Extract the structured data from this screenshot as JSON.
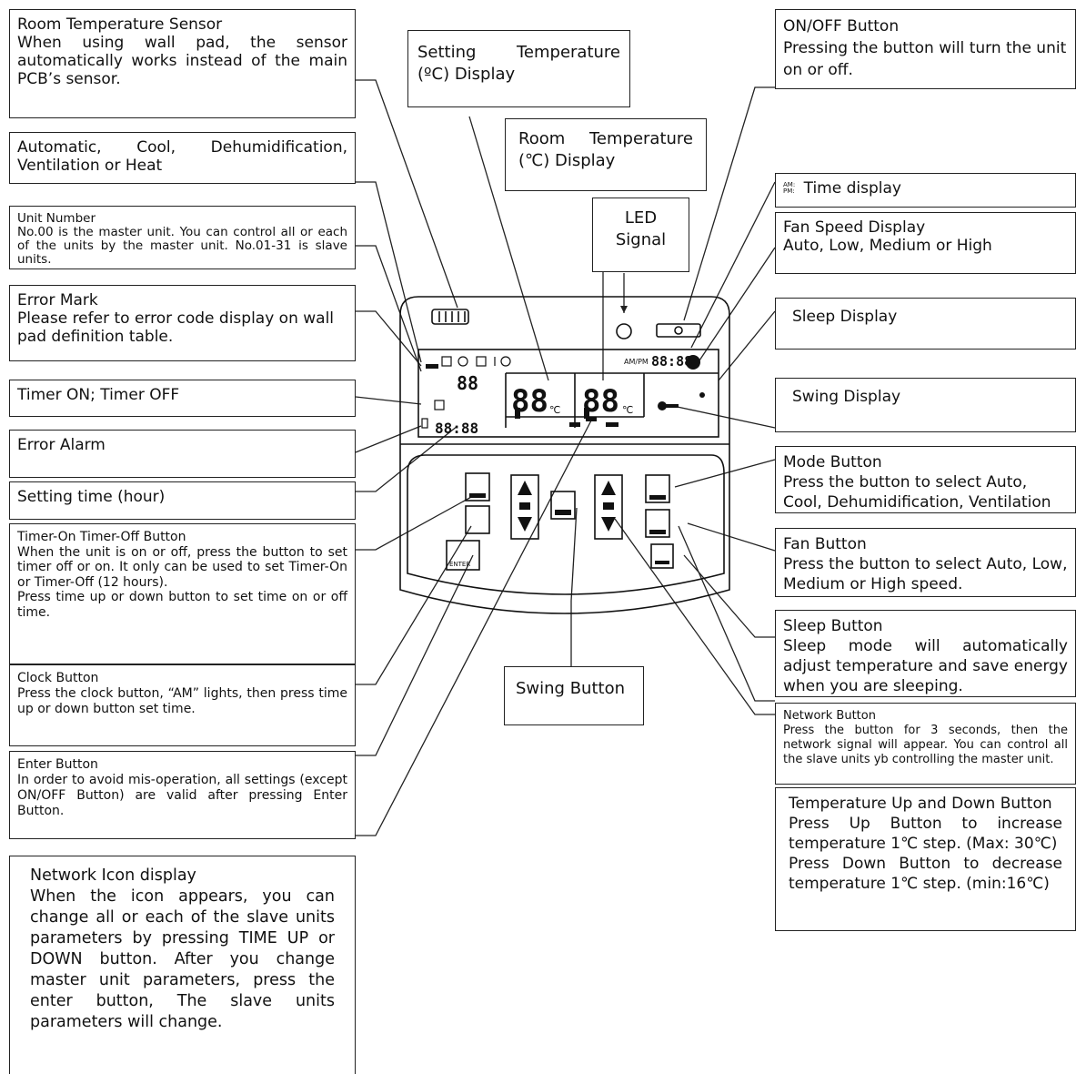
{
  "callouts": {
    "room_temp_sensor": {
      "title": "Room Temperature Sensor",
      "body": "When using wall pad, the sensor automatically works instead of the main PCB’s sensor."
    },
    "mode_display": {
      "body": "Automatic, Cool, Dehumidification, Ventilation or Heat"
    },
    "unit_number": {
      "title": "Unit Number",
      "body": "No.00 is the master unit. You can control all or each of the units by the master unit. No.01-31 is slave units."
    },
    "error_mark": {
      "title": "Error Mark",
      "body": "Please refer to error code display on wall pad definition table."
    },
    "timer_on_off": {
      "title": "Timer ON; Timer OFF"
    },
    "error_alarm": {
      "title": "Error Alarm"
    },
    "setting_time": {
      "title": "Setting time (hour)"
    },
    "timer_button": {
      "title": "Timer-On Timer-Off Button",
      "body": "When the unit is on or off, press the button to set timer off or on. It only can be used to set Timer-On or Timer-Off (12 hours).",
      "body2": "Press time up or down button to set time on or off time."
    },
    "clock_button": {
      "title": "Clock Button",
      "body": "Press the clock button, “AM” lights, then press time up or down button set time."
    },
    "enter_button": {
      "title": "Enter Button",
      "body": "In order to avoid mis-operation, all settings (except ON/OFF Button) are valid after pressing Enter Button."
    },
    "network_icon": {
      "title": "Network Icon display",
      "body": "When the icon appears, you can change all or each of the slave units parameters by pressing TIME UP or DOWN button. After you change master unit parameters, press the enter button, The slave units parameters will change."
    },
    "setting_temp": {
      "title": "Setting Temperature (ºC) Display"
    },
    "room_temp": {
      "title": "Room Temperature (℃) Display"
    },
    "led_signal": {
      "title": "LED Signal"
    },
    "swing_button": {
      "title": "Swing Button"
    },
    "on_off": {
      "title": "ON/OFF Button",
      "body": "Pressing the button will turn the unit on or off."
    },
    "time_display": {
      "ampm": "AM:\nPM:",
      "title": "Time display"
    },
    "fan_speed": {
      "title": "Fan Speed Display",
      "body": "Auto, Low, Medium or High"
    },
    "sleep_display": {
      "title": "Sleep Display"
    },
    "swing_display": {
      "title": "Swing Display"
    },
    "mode_button": {
      "title": "Mode Button",
      "body": "Press the button to select Auto, Cool, Dehumidification, Ventilation or Heat."
    },
    "fan_button": {
      "title": "Fan Button",
      "body": "Press the button to select Auto, Low, Medium or High speed."
    },
    "sleep_button": {
      "title": "Sleep Button",
      "body": "Sleep mode will automatically adjust temperature and save energy when you are sleeping."
    },
    "network_button": {
      "title": "Network Button",
      "body": "Press the button for 3 seconds, then the network signal will appear. You can control all the slave units yb controlling the master unit."
    },
    "temp_updown": {
      "title": "Temperature Up and Down Button",
      "body": "Press Up Button to increase temperature 1℃ step. (Max: 30℃)",
      "body2": "Press Down Button to decrease temperature 1℃ step. (min:16℃)"
    }
  },
  "device": {
    "set_temp_digits": "88",
    "room_temp_digits": "88",
    "unit_digits": "88",
    "clock_digits": "88:88",
    "time_digits": "88:88",
    "ampm_label": "AM/PM",
    "celsius": "℃",
    "enter_label": "ENTER"
  }
}
